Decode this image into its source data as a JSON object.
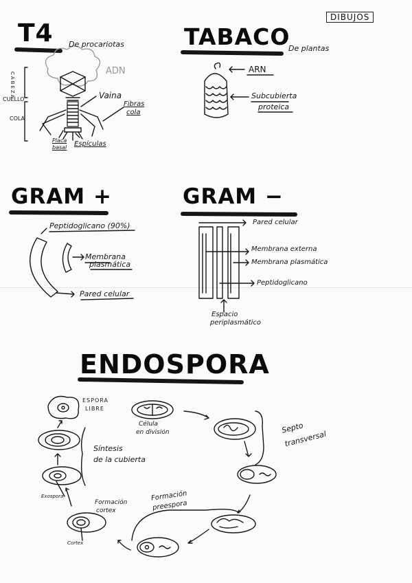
{
  "tag": "DIBUJOS",
  "t4": {
    "title": "T4",
    "subtitle": "De procariotas",
    "adn_label": "ADN",
    "cabeza": "CABEZA",
    "cuello": "CUELLO",
    "cola": "COLA",
    "vaina": "Vaina",
    "fibras": "Fibras",
    "fibras2": "cola",
    "placa": "Placa",
    "placa2": "basal",
    "espiculas": "Espículas"
  },
  "tabaco": {
    "title": "TABACO",
    "subtitle": "De plantas",
    "arn": "ARN",
    "sub1": "Subcubierta",
    "sub2": "proteica"
  },
  "grampos": {
    "title": "GRAM +",
    "peptido": "Peptidoglicano (90%)",
    "membrana1": "Membrana",
    "membrana2": "plasmática",
    "pared": "Pared celular"
  },
  "gramneg": {
    "title": "GRAM −",
    "pared": "Pared celular",
    "externa": "Membrana externa",
    "plasmatica": "Membrana plasmática",
    "peptido": "Peptidoglicano",
    "espacio1": "Espacio",
    "espacio2": "periplasmático"
  },
  "endospora": {
    "title": "ENDOSPORA",
    "libre1": "ESPORA",
    "libre2": "LIBRE",
    "celula1": "Célula",
    "celula2": "en división",
    "septo1": "Septo",
    "septo2": "transversal",
    "sintesis1": "Síntesis",
    "sintesis2": "de la cubierta",
    "exosporio": "Exospora",
    "formacion_cortex1": "Formación",
    "formacion_cortex2": "cortex",
    "cortex": "Cortex",
    "preespora1": "Formación",
    "preespora2": "preespora"
  }
}
